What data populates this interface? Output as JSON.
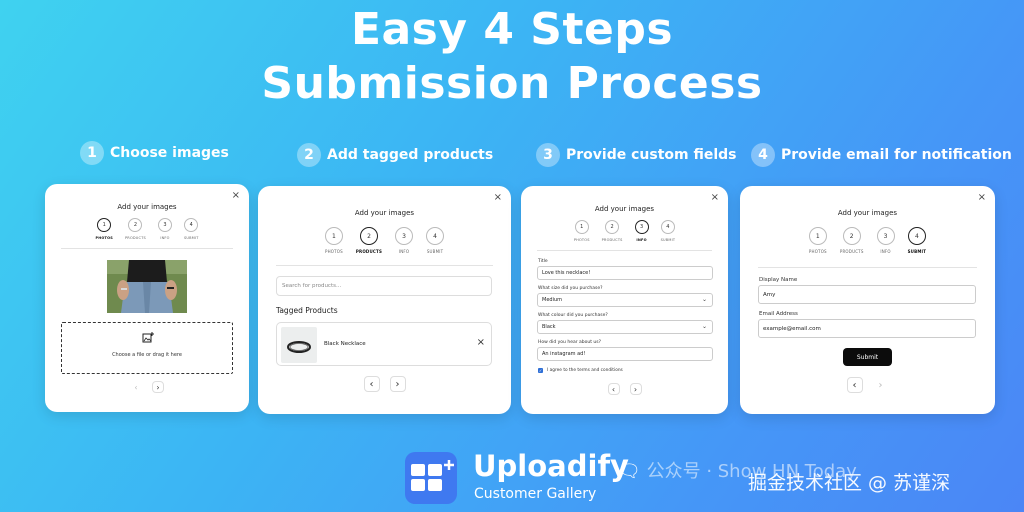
{
  "headline": {
    "line1": "Easy 4 Steps",
    "line2": "Submission Process"
  },
  "steps": [
    {
      "num": "1",
      "title": "Choose images"
    },
    {
      "num": "2",
      "title": "Add tagged products"
    },
    {
      "num": "3",
      "title": "Provide custom fields"
    },
    {
      "num": "4",
      "title": "Provide email for notification"
    }
  ],
  "modal": {
    "title": "Add your images",
    "close_glyph": "×",
    "stepper": [
      {
        "num": "1",
        "label": "PHOTOS"
      },
      {
        "num": "2",
        "label": "PRODUCTS"
      },
      {
        "num": "3",
        "label": "INFO"
      },
      {
        "num": "4",
        "label": "SUBMIT"
      }
    ],
    "prev_glyph": "‹",
    "next_glyph": "›"
  },
  "card1": {
    "drop_text": "Choose a file or drag it here"
  },
  "card2": {
    "search_placeholder": "Search for products...",
    "tagged_title": "Tagged Products",
    "product_name": "Black Necklace",
    "remove_glyph": "×"
  },
  "card3": {
    "title_label": "Title",
    "title_value": "Love this necklace!",
    "size_label": "What size did you purchase?",
    "size_value": "Medium",
    "colour_label": "What colour did you purchase?",
    "colour_value": "Black",
    "hear_label": "How did you hear about us?",
    "hear_value": "An instagram ad!",
    "terms_label": "I agree to the terms and conditions"
  },
  "card4": {
    "name_label": "Display Name",
    "name_value": "Amy",
    "email_label": "Email Address",
    "email_value": "example@email.com",
    "submit_label": "Submit"
  },
  "brand": {
    "name": "Uploadify",
    "sub": "Customer Gallery"
  },
  "watermark": {
    "left": "公众号 · Show HN Today",
    "right": "掘金技术社区 @ 苏谨深"
  }
}
